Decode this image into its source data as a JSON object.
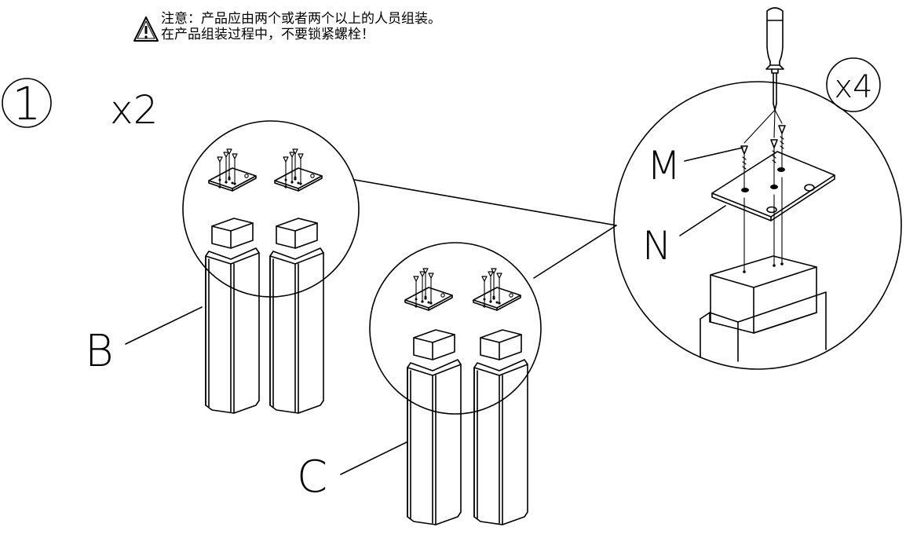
{
  "warning": {
    "line1": "注意：产品应由两个或者两个以上的人员组装。",
    "line2": "在产品组装过程中，不要锁紧螺栓！"
  },
  "step": {
    "number": "1",
    "quantity": "x2"
  },
  "detail": {
    "quantity": "x4"
  },
  "labels": {
    "b": "B",
    "c": "C",
    "m": "M",
    "n": "N"
  },
  "icons": [
    "warning-triangle-icon",
    "screwdriver-icon"
  ],
  "colors": {
    "line": "#000000",
    "background": "#ffffff"
  }
}
